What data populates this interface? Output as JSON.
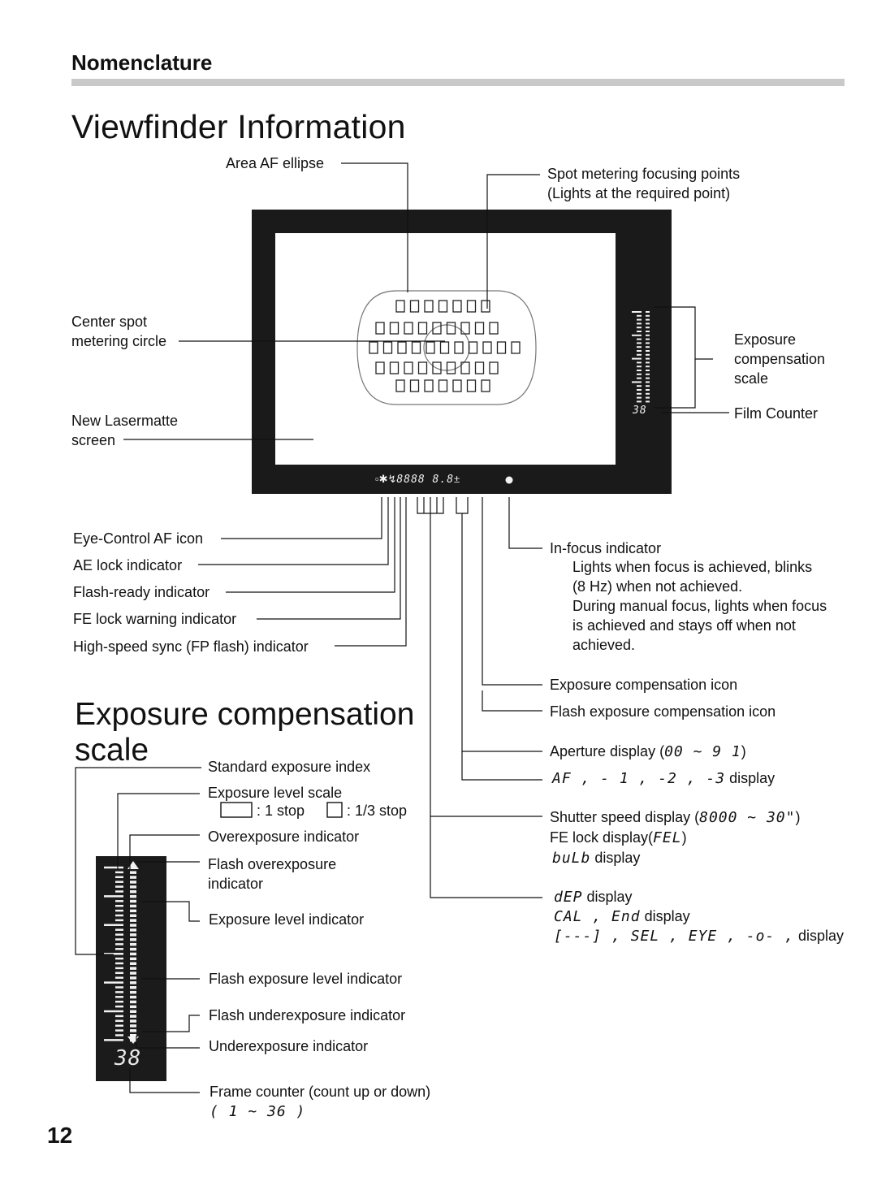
{
  "header": {
    "section": "Nomenclature",
    "title": "Viewfinder Information"
  },
  "viewfinder": {
    "area_af_ellipse": "Area AF ellipse",
    "spot_metering_points": [
      "Spot metering focusing points",
      "(Lights at the required point)"
    ],
    "center_spot": [
      "Center spot",
      "metering circle"
    ],
    "lasermatte": [
      "New Lasermatte",
      "screen"
    ],
    "exposure_comp_scale": [
      "Exposure",
      "compensation",
      "scale"
    ],
    "film_counter": "Film Counter",
    "film_counter_digits": "38",
    "lcd_readout": "8888 8.8",
    "left_indicators": [
      "Eye-Control AF icon",
      "AE lock indicator",
      "Flash-ready indicator",
      "FE lock warning indicator",
      "High-speed sync (FP flash) indicator"
    ],
    "in_focus": {
      "title": "In-focus indicator",
      "lines": [
        "Lights when focus is achieved, blinks",
        "(8 Hz) when not achieved.",
        "During manual focus, lights when focus",
        "is achieved and stays off when not",
        "achieved."
      ]
    },
    "exposure_comp_icon": "Exposure compensation icon",
    "flash_exposure_comp_icon": "Flash exposure compensation icon",
    "aperture_display": {
      "label": "Aperture display (",
      "range": "00 ~ 9 1",
      "close": ")"
    },
    "af_display": {
      "codes": "AF , - 1 , -2 , -3",
      "label": "display"
    },
    "shutter_speed": {
      "label": "Shutter speed display (",
      "range": "8000 ~ 30\"",
      "close": ")"
    },
    "fe_lock": {
      "label": "FE lock display(",
      "code": "FEL",
      "close": ")"
    },
    "bulb": {
      "code": "buLb",
      "label": "display"
    },
    "dep": {
      "code": "dEP",
      "label": "display"
    },
    "cal_end": {
      "codes": "CAL , End",
      "label": "display"
    },
    "sel_eye": {
      "codes": "[---] , SEL , EYE , -o- ,",
      "label": "display"
    }
  },
  "scale": {
    "title": [
      "Exposure compensation",
      "scale"
    ],
    "standard_index": "Standard exposure index",
    "level_scale": "Exposure level scale",
    "one_stop": ": 1 stop",
    "third_stop": ": 1/3 stop",
    "overexposure": "Overexposure indicator",
    "flash_over": [
      "Flash overexposure",
      "indicator"
    ],
    "exposure_level": "Exposure level indicator",
    "flash_level": "Flash exposure level indicator",
    "flash_under": "Flash underexposure indicator",
    "underexposure": "Underexposure indicator",
    "frame_counter": "Frame counter (count up or down)",
    "frame_counter_range": "( 1 ~ 36 )",
    "counter_digits": "38"
  },
  "page_number": "12",
  "colors": {
    "ink": "#111111",
    "rule": "#c9c9c9",
    "lcd_bg": "#1b1b1b",
    "lcd_fg": "#f2f2f2"
  }
}
